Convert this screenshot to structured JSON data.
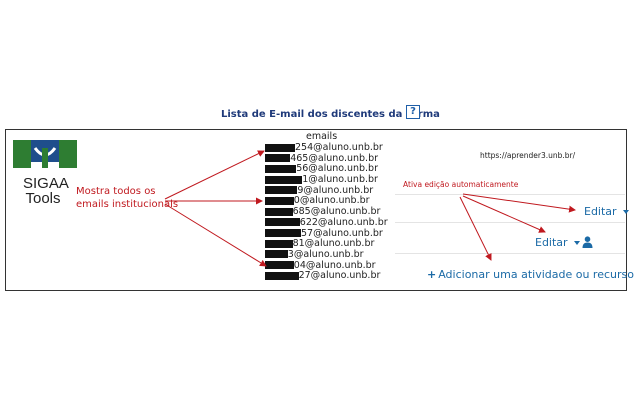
{
  "header": {
    "title": "Lista de E-mail dos discentes da turma",
    "help_label": "?"
  },
  "logo": {
    "line1": "SIGAA",
    "line2": "Tools"
  },
  "annotations": {
    "show_emails_line1": "Mostra todos os",
    "show_emails_line2": "emails institucionais",
    "auto_edit": "Ativa edição automaticamente"
  },
  "emails": {
    "header": "emails",
    "list": [
      "254@aluno.unb.br",
      "465@aluno.unb.br",
      "56@aluno.unb.br",
      "1@aluno.unb.br",
      "9@aluno.unb.br",
      "0@aluno.unb.br",
      "685@aluno.unb.br",
      "622@aluno.unb.br",
      "57@aluno.unb.br",
      "81@aluno.unb.br",
      "3@aluno.unb.br",
      "04@aluno.unb.br",
      "27@aluno.unb.br"
    ]
  },
  "moodle": {
    "url": "https://aprender3.unb.br/",
    "edit_label_1": "Editar",
    "edit_label_2": "Editar",
    "add_activity": "Adicionar uma atividade ou recurso"
  },
  "colors": {
    "accent_red": "#c0191f",
    "link_blue": "#1b6aa6",
    "title_blue": "#1f3a7a",
    "logo_green": "#2e7d32",
    "logo_blue": "#1f4e8c"
  }
}
